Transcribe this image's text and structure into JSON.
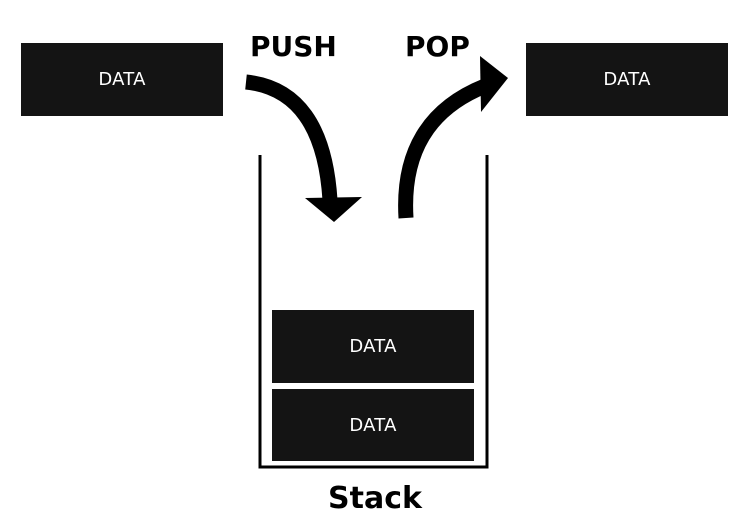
{
  "push_label": "PUSH",
  "pop_label": "POP",
  "stack_caption": "Stack",
  "incoming_block": "DATA",
  "outgoing_block": "DATA",
  "stack_items": [
    "DATA",
    "DATA"
  ],
  "colors": {
    "block_fill": "#141414",
    "block_text": "#ffffff",
    "line": "#000000",
    "background": "#ffffff"
  }
}
